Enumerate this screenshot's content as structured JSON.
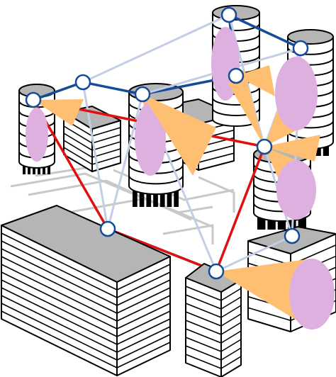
{
  "colors": {
    "background": "#ffffff",
    "outline": "#000000",
    "building_top": "#b5b5b5",
    "building_face": "#ffffff",
    "building_stripe": "#000000",
    "antenna_base": "#000000",
    "street": "#c8c8c8",
    "cone_fill": "#ffbf73",
    "cone_ellipse": "#ddb0e0",
    "link_light": "#c4cde6",
    "link_dark": "#144c99",
    "route": "#e01010",
    "node_fill": "#ffffff",
    "node_stroke": "#144c99"
  },
  "nodes": [
    {
      "id": "n1"
    },
    {
      "id": "n2"
    },
    {
      "id": "n3"
    },
    {
      "id": "n4"
    },
    {
      "id": "n5"
    },
    {
      "id": "n6"
    },
    {
      "id": "n7"
    },
    {
      "id": "n8"
    },
    {
      "id": "n9"
    },
    {
      "id": "n10"
    }
  ],
  "links": [
    {
      "from": "n1",
      "to": "n2",
      "style": "dark"
    },
    {
      "from": "n2",
      "to": "n3",
      "style": "dark"
    },
    {
      "from": "n3",
      "to": "n4",
      "style": "dark"
    },
    {
      "from": "n4",
      "to": "n5",
      "style": "dark"
    },
    {
      "from": "n5",
      "to": "n6",
      "style": "dark"
    },
    {
      "from": "n8",
      "to": "n9",
      "style": "dark"
    },
    {
      "from": "n2",
      "to": "n5",
      "style": "light"
    },
    {
      "from": "n3",
      "to": "n6",
      "style": "light"
    },
    {
      "from": "n6",
      "to": "n7",
      "style": "light"
    },
    {
      "from": "n5",
      "to": "n7",
      "style": "light"
    },
    {
      "from": "n4",
      "to": "n7",
      "style": "light"
    },
    {
      "from": "n7",
      "to": "n10",
      "style": "light"
    },
    {
      "from": "n3",
      "to": "n9",
      "style": "light"
    },
    {
      "from": "n1",
      "to": "n8",
      "style": "light"
    },
    {
      "from": "n2",
      "to": "n8",
      "style": "light"
    },
    {
      "from": "n7",
      "to": "n9",
      "style": "light"
    },
    {
      "from": "n9",
      "to": "n10",
      "style": "light"
    },
    {
      "from": "n8",
      "to": "n3",
      "style": "light"
    },
    {
      "from": "n6",
      "to": "n10",
      "style": "light"
    }
  ],
  "route": [
    "n1",
    "n7",
    "n9",
    "n8",
    "n1"
  ]
}
